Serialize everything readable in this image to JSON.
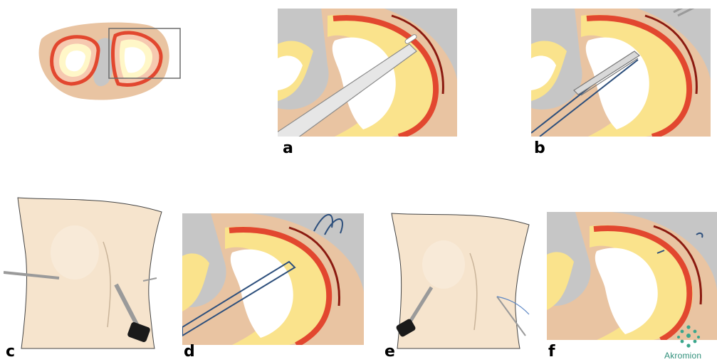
{
  "panels": [
    {
      "label": "a"
    },
    {
      "label": "b"
    },
    {
      "label": "c"
    },
    {
      "label": "d"
    },
    {
      "label": "e"
    },
    {
      "label": "f"
    }
  ],
  "brand": {
    "text": "Akromion"
  },
  "colors": {
    "skin": "#e9c4a2",
    "thigh_skin": "#f6e4cd",
    "bone": "#c6c6c6",
    "cartilage": "#fae38c",
    "meniscus_red": "#e2472f",
    "dark_red": "#8b1a10",
    "suture": "#2d4f7c",
    "frame": "#6b6b6b"
  }
}
